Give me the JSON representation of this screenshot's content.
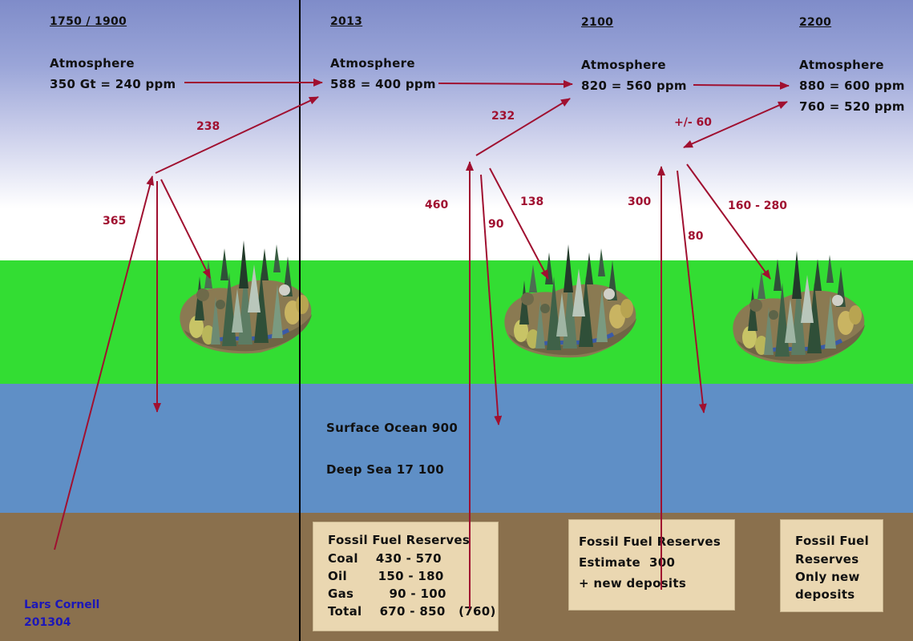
{
  "columns": [
    {
      "year": "1750 / 1900",
      "atmosphere_label": "Atmosphere",
      "atmosphere_value": "350 Gt = 240 ppm"
    },
    {
      "year": "2013",
      "atmosphere_label": "Atmosphere",
      "atmosphere_value": "588 = 400 ppm"
    },
    {
      "year": "2100",
      "atmosphere_label": "Atmosphere",
      "atmosphere_value": "820 = 560 ppm"
    },
    {
      "year": "2200",
      "atmosphere_label": "Atmosphere",
      "atmosphere_value": "880 = 600 ppm",
      "atmosphere_value_alt": "760 = 520 ppm"
    }
  ],
  "fluxes": {
    "f238": "238",
    "f365": "365",
    "f232": "232",
    "f460": "460",
    "f90": "90",
    "f138": "138",
    "f300": "300",
    "f80": "80",
    "f160_280": "160 - 280",
    "pm60": "+/- 60"
  },
  "ocean": {
    "surface": "Surface Ocean 900",
    "deep": "Deep Sea 17 100"
  },
  "reserves": {
    "box2013": {
      "title": "Fossil Fuel Reserves",
      "rows": [
        "Coal    430 - 570",
        "Oil       150 - 180",
        "Gas        90 - 100",
        "Total    670 - 850   (760)"
      ]
    },
    "box2100": {
      "title": "Fossil Fuel Reserves",
      "line1": "Estimate  300",
      "line2": "+ new deposits"
    },
    "box2200": {
      "line1": "Fossil Fuel",
      "line2": "Reserves",
      "line3": "Only new",
      "line4": "deposits"
    }
  },
  "author": {
    "name": "Lars Cornell",
    "date": "201304"
  },
  "colors": {
    "arrow": "#a01030",
    "author": "#1c17b8"
  },
  "icons": [
    "forest-icon"
  ]
}
